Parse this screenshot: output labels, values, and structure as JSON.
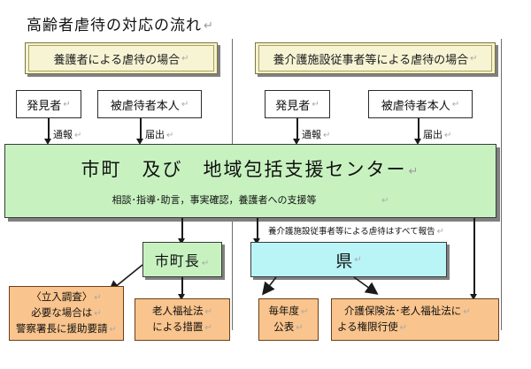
{
  "document": {
    "title": "高齢者虐待の対応の流れ",
    "pilcrow": "↵"
  },
  "columns": {
    "left": {
      "header": "養護者による虐待の場合"
    },
    "right": {
      "header": "養介護施設従事者等による虐待の場合"
    }
  },
  "reporters": {
    "left": [
      {
        "label": "発見者",
        "arrow_label": "通報"
      },
      {
        "label": "被虐待者本人",
        "arrow_label": "届出"
      }
    ],
    "right": [
      {
        "label": "発見者",
        "arrow_label": "通報"
      },
      {
        "label": "被虐待者本人",
        "arrow_label": "届出"
      }
    ]
  },
  "center": {
    "title": "市町　及び　地域包括支援センター",
    "subtitle": "相談･指導･助言，事実確認，養護者への支援等"
  },
  "notes": {
    "report_all": "養介護施設従事者等による虐待はすべて報告"
  },
  "actors": {
    "mayor": "市町長",
    "prefecture": "県"
  },
  "outcomes": {
    "inspection": {
      "line1": "〈立入調査〉",
      "line2": "必要な場合は",
      "line3": "警察署長に援助要請"
    },
    "welfare_law": {
      "line1": "老人福祉法",
      "line2": "による措置"
    },
    "publication": {
      "line1": "毎年度",
      "line2": "公表"
    },
    "authority": {
      "line1": "介護保険法･老人福祉法に",
      "line2": "よる権限行使"
    }
  },
  "colors": {
    "header_fill": "#f7f4d4",
    "header_border": "#7d7640",
    "green_fill": "#c7f2c0",
    "cyan_fill": "#b9f4f7",
    "orange_fill": "#f9c48d",
    "line": "#1a1a1a",
    "shadow": "#808080"
  }
}
